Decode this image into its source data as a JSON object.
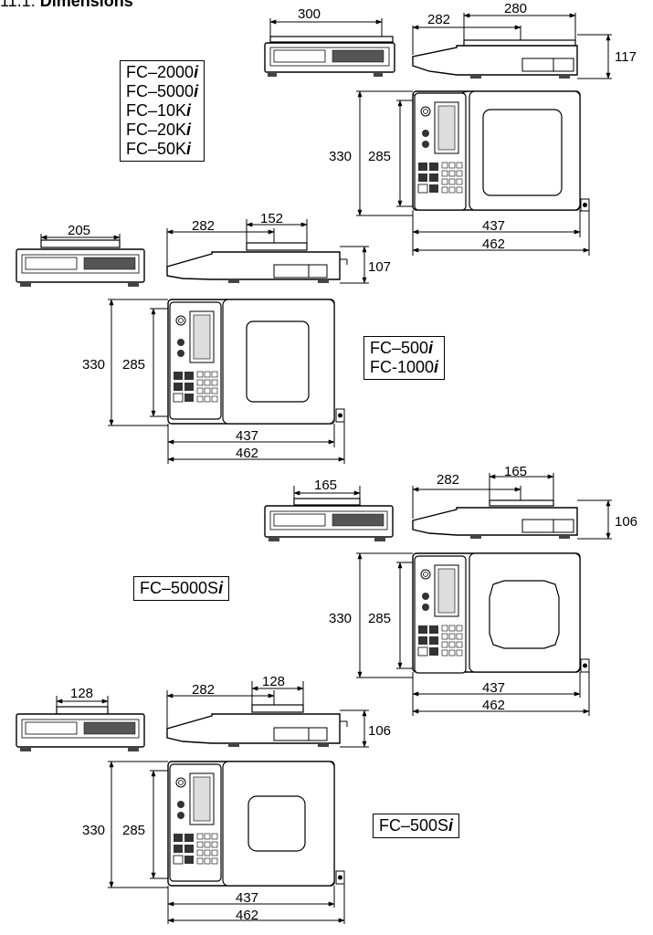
{
  "header": {
    "number": "11.1.",
    "title": "Dimensions"
  },
  "groups": [
    {
      "models": [
        "FC–2000i",
        "FC–5000i",
        "FC–10Ki",
        "FC–20Ki",
        "FC–50Ki"
      ],
      "front_width": "300",
      "pan_width": "280",
      "depth_to_pan": "282",
      "height": "117",
      "depth_outer": "330",
      "depth_inner": "285",
      "width_inner": "437",
      "width_outer": "462"
    },
    {
      "models": [
        "FC–500i",
        "FC-1000i"
      ],
      "front_width": "205",
      "pan_width": "152",
      "depth_to_pan": "282",
      "height": "107",
      "depth_outer": "330",
      "depth_inner": "285",
      "width_inner": "437",
      "width_outer": "462"
    },
    {
      "models": [
        "FC–5000Si"
      ],
      "front_width": "165",
      "pan_width": "165",
      "depth_to_pan": "282",
      "height": "106",
      "depth_outer": "330",
      "depth_inner": "285",
      "width_inner": "437",
      "width_outer": "462"
    },
    {
      "models": [
        "FC–500Si"
      ],
      "front_width": "128",
      "pan_width": "128",
      "depth_to_pan": "282",
      "height": "106",
      "depth_outer": "330",
      "depth_inner": "285",
      "width_inner": "437",
      "width_outer": "462"
    }
  ]
}
